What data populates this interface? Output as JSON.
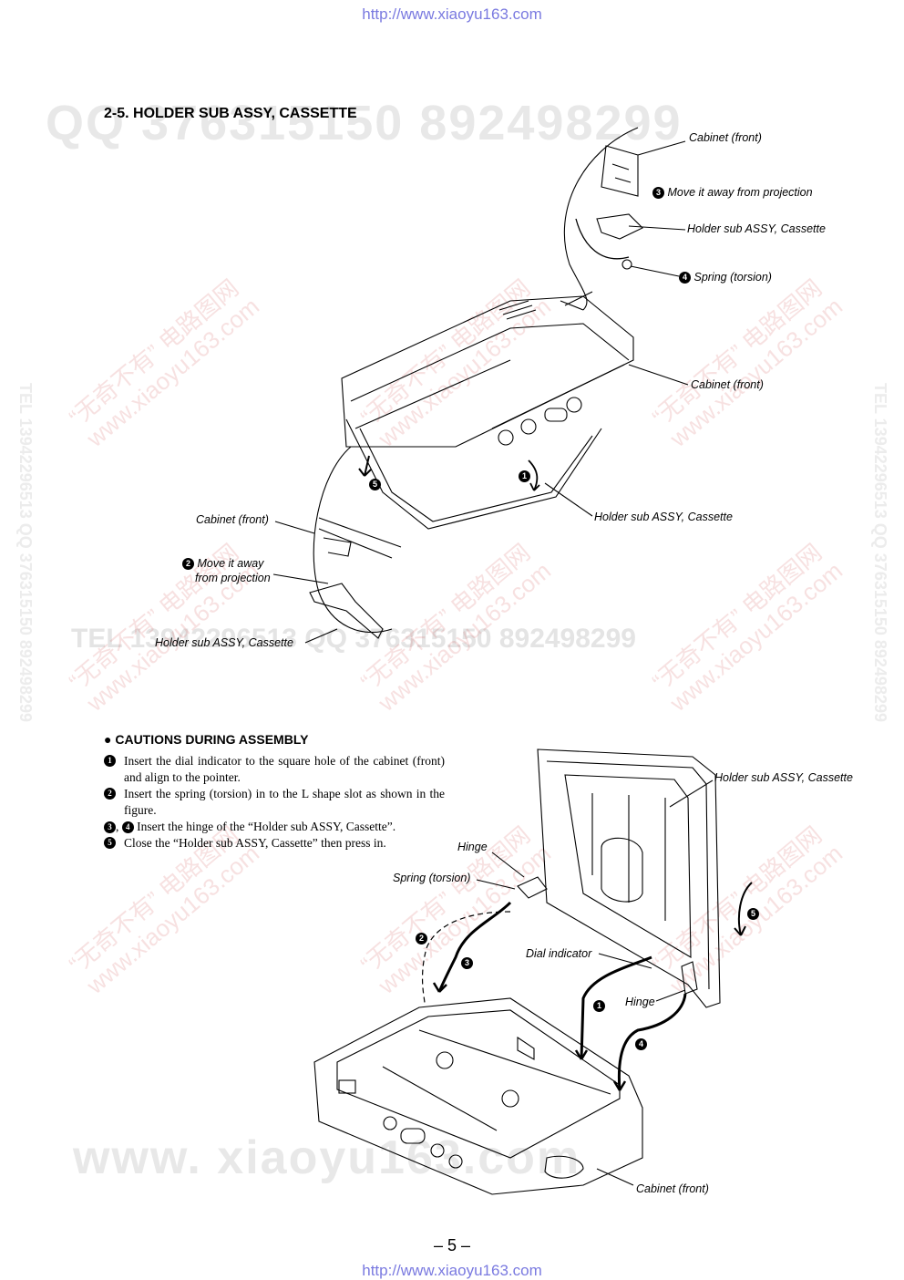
{
  "header_url": "http://www.xiaoyu163.com",
  "footer_url": "http://www.xiaoyu163.com",
  "section_title": "2-5. HOLDER SUB ASSY, CASSETTE",
  "watermarks": {
    "top_qq": "QQ 376315150   892498299",
    "mid_tel": "TEL 13942296513    QQ 376315150   892498299",
    "bottom_www": "www. xiaoyu163.com",
    "red_cn": "“无奇不有” 电路图网",
    "red_url": "www.xiaoyu163.com",
    "side": "TEL 13942296513  QQ 376315150  892498299"
  },
  "upper_labels": {
    "cabinet_front_1": "Cabinet (front)",
    "step3": "Move it away from projection",
    "holder_1": "Holder sub ASSY, Cassette",
    "step4": "Spring (torsion)",
    "cabinet_front_2": "Cabinet (front)",
    "holder_2": "Holder sub ASSY, Cassette",
    "cabinet_front_3": "Cabinet (front)",
    "step2_line1": "Move it away",
    "step2_line2": "from projection",
    "holder_3": "Holder sub ASSY, Cassette"
  },
  "step_numbers": {
    "n1": "1",
    "n2": "2",
    "n3": "3",
    "n4": "4",
    "n5": "5"
  },
  "cautions": {
    "heading": "● CAUTIONS DURING ASSEMBLY",
    "item1": "Insert the dial indicator to the square hole of the cabinet (front) and align to the pointer.",
    "item2": "Insert the spring (torsion) in to the L shape slot as shown in the  figure.",
    "item34_sep": ",",
    "item34": "Insert the hinge of the “Holder sub ASSY, Cassette”.",
    "item5": "Close the “Holder sub ASSY, Cassette” then press in."
  },
  "lower_labels": {
    "holder": "Holder sub ASSY, Cassette",
    "hinge_1": "Hinge",
    "spring": "Spring (torsion)",
    "dial": "Dial indicator",
    "hinge_2": "Hinge",
    "cabinet_front": "Cabinet (front)"
  },
  "page_number": "– 5 –"
}
